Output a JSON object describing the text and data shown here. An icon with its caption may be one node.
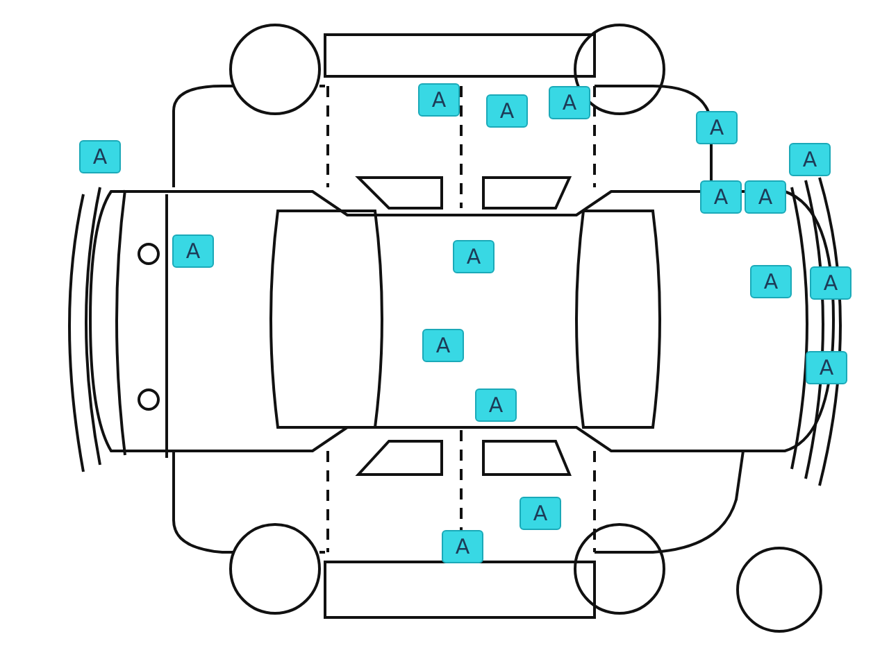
{
  "diagram": {
    "nodes": [
      {
        "text": [
          "A"
        ]
      },
      {
        "text": [
          "A"
        ]
      },
      {
        "text": [
          "A"
        ]
      },
      {
        "text": [
          "A"
        ]
      },
      {
        "text": [
          "A"
        ]
      },
      {
        "text": [
          "A"
        ]
      },
      {
        "text": [
          "A"
        ]
      },
      {
        "text": [
          "A"
        ]
      },
      {
        "text": [
          "A"
        ]
      },
      {
        "text": [
          "A"
        ]
      },
      {
        "text": [
          "A"
        ]
      },
      {
        "text": [
          "A"
        ]
      },
      {
        "text": [
          "A"
        ]
      },
      {
        "text": [
          "A"
        ]
      },
      {
        "text": [
          "A"
        ]
      },
      {
        "text": [
          "A"
        ]
      },
      {
        "text": [
          "A"
        ]
      }
    ]
  }
}
